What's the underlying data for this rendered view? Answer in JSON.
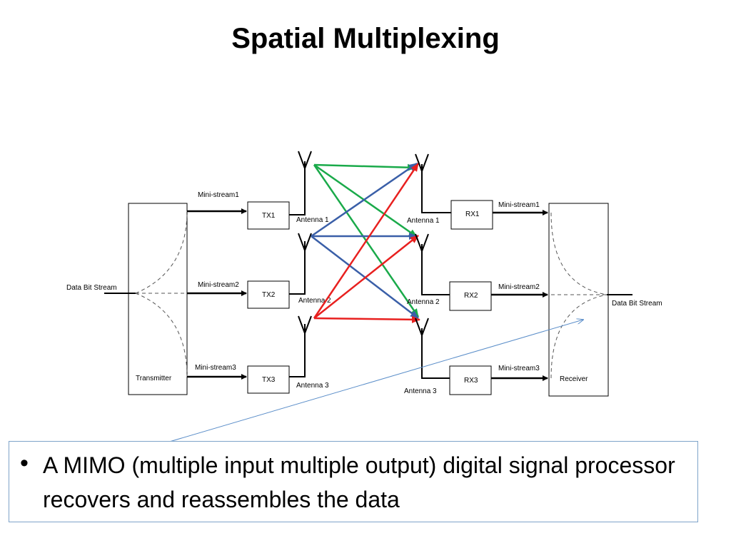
{
  "slide": {
    "title": "Spatial Multiplexing"
  },
  "diagram": {
    "transmitter": {
      "label": "Transmitter",
      "input_label": "Data Bit Stream",
      "streams": [
        "Mini-stream1",
        "Mini-stream2",
        "Mini-stream3"
      ],
      "tx_blocks": [
        "TX1",
        "TX2",
        "TX3"
      ],
      "antennas": [
        "Antenna 1",
        "Antenna 2",
        "Antenna 3"
      ]
    },
    "receiver": {
      "label": "Receiver",
      "output_label": "Data Bit Stream",
      "streams": [
        "Mini-stream1",
        "Mini-stream2",
        "Mini-stream3"
      ],
      "rx_blocks": [
        "RX1",
        "RX2",
        "RX3"
      ],
      "antennas": [
        "Antenna 1",
        "Antenna 2",
        "Antenna 3"
      ]
    },
    "colors": {
      "antenna1_paths": "#1aaa4a",
      "antenna2_paths": "#3a5fa8",
      "antenna3_paths": "#e8201f",
      "callout_line": "#5b8ec9"
    }
  },
  "callout": {
    "text": "A MIMO (multiple input multiple output) digital signal processor recovers and reassembles the data"
  }
}
